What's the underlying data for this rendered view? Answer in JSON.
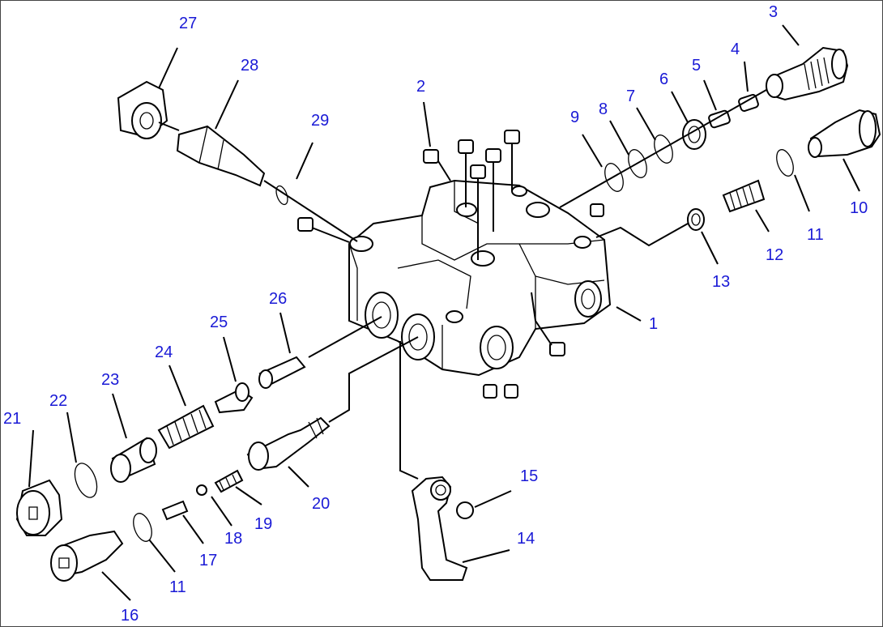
{
  "diagram": {
    "callouts": [
      {
        "id": "c1",
        "text": "1"
      },
      {
        "id": "c2",
        "text": "2"
      },
      {
        "id": "c3",
        "text": "3"
      },
      {
        "id": "c4",
        "text": "4"
      },
      {
        "id": "c5",
        "text": "5"
      },
      {
        "id": "c6",
        "text": "6"
      },
      {
        "id": "c7",
        "text": "7"
      },
      {
        "id": "c8",
        "text": "8"
      },
      {
        "id": "c9",
        "text": "9"
      },
      {
        "id": "c10",
        "text": "10"
      },
      {
        "id": "c11a",
        "text": "11"
      },
      {
        "id": "c11b",
        "text": "11"
      },
      {
        "id": "c12",
        "text": "12"
      },
      {
        "id": "c13",
        "text": "13"
      },
      {
        "id": "c14",
        "text": "14"
      },
      {
        "id": "c15",
        "text": "15"
      },
      {
        "id": "c16",
        "text": "16"
      },
      {
        "id": "c17",
        "text": "17"
      },
      {
        "id": "c18",
        "text": "18"
      },
      {
        "id": "c19",
        "text": "19"
      },
      {
        "id": "c20",
        "text": "20"
      },
      {
        "id": "c21",
        "text": "21"
      },
      {
        "id": "c22",
        "text": "22"
      },
      {
        "id": "c23",
        "text": "23"
      },
      {
        "id": "c24",
        "text": "24"
      },
      {
        "id": "c25",
        "text": "25"
      },
      {
        "id": "c26",
        "text": "26"
      },
      {
        "id": "c27",
        "text": "27"
      },
      {
        "id": "c28",
        "text": "28"
      },
      {
        "id": "c29",
        "text": "29"
      }
    ],
    "callout_color": "#1a1ad6",
    "line_color": "#000000"
  }
}
